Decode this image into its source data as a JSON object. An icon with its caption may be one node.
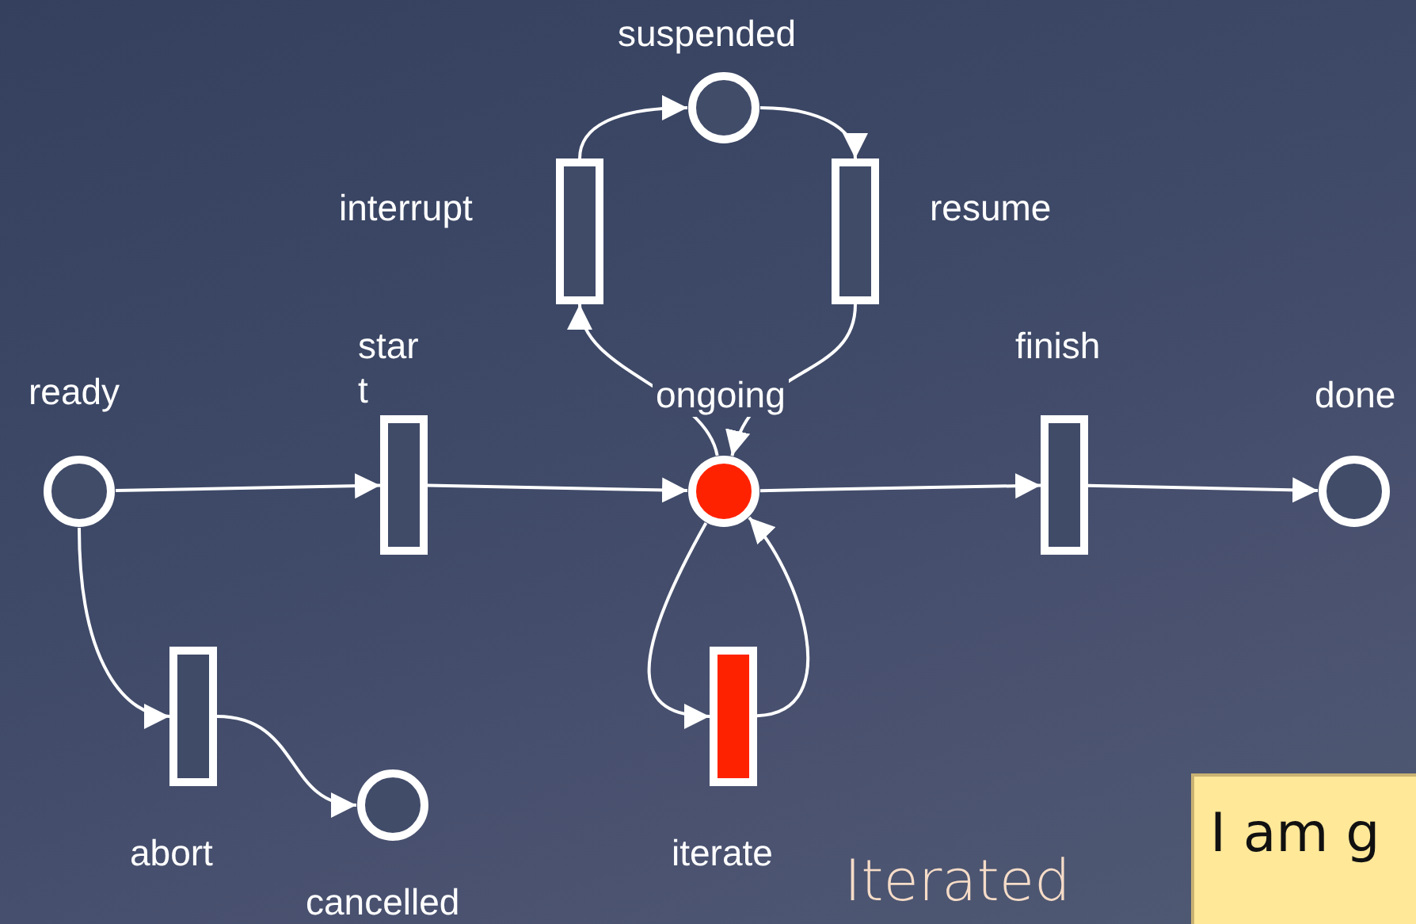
{
  "diagram": {
    "nodes": [
      {
        "text": [],
        "shape": "circle",
        "beside": [
          "ready"
        ]
      },
      {
        "text": [],
        "shape": "bar",
        "beside": [
          "star t"
        ]
      },
      {
        "text": [],
        "shape": "circle",
        "beside": [
          "ongoing"
        ]
      },
      {
        "text": [],
        "shape": "bar",
        "beside": [
          "finish"
        ]
      },
      {
        "text": [],
        "shape": "circle",
        "beside": [
          "done"
        ]
      },
      {
        "text": [],
        "shape": "bar",
        "beside": [
          "interrupt"
        ]
      },
      {
        "text": [],
        "shape": "circle",
        "beside": [
          "suspended"
        ]
      },
      {
        "text": [],
        "shape": "bar",
        "beside": [
          "resume"
        ]
      },
      {
        "text": [],
        "shape": "bar",
        "beside": [
          "iterate"
        ]
      },
      {
        "text": [],
        "shape": "bar",
        "beside": [
          "abort"
        ]
      },
      {
        "text": [],
        "shape": "circle",
        "beside": [
          "cancelled"
        ]
      }
    ],
    "edges": [
      {
        "from": 0,
        "to": 1,
        "arrow": "to"
      },
      {
        "from": 1,
        "to": 2,
        "arrow": "to"
      },
      {
        "from": 2,
        "to": 3,
        "arrow": "to"
      },
      {
        "from": 3,
        "to": 4,
        "arrow": "to"
      },
      {
        "from": 2,
        "to": 5,
        "arrow": "to"
      },
      {
        "from": 5,
        "to": 6,
        "arrow": "to"
      },
      {
        "from": 6,
        "to": 7,
        "arrow": "to"
      },
      {
        "from": 7,
        "to": 2,
        "arrow": "to"
      },
      {
        "from": 2,
        "to": 8,
        "arrow": "to"
      },
      {
        "from": 8,
        "to": 2,
        "arrow": "to"
      },
      {
        "from": 0,
        "to": 9,
        "arrow": "to"
      },
      {
        "from": 9,
        "to": 10,
        "arrow": "to"
      }
    ],
    "labels": [
      "Iterated",
      "I am g"
    ]
  }
}
